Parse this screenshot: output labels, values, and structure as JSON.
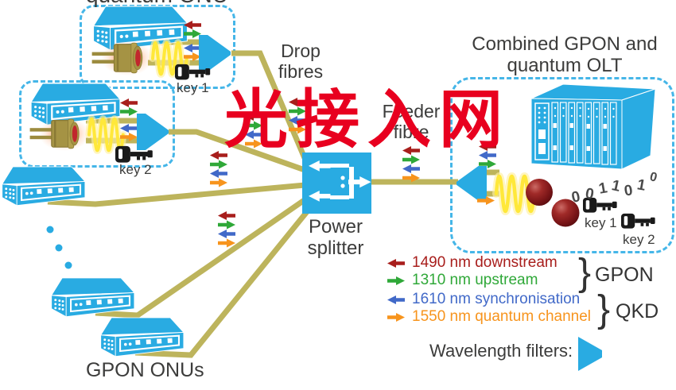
{
  "watermark": {
    "text": "光接入网"
  },
  "top_cropped_label": {
    "text": "quantum ONU"
  },
  "olt": {
    "title_line1": "Combined GPON and",
    "title_line2": "quantum OLT",
    "binary_digits": [
      "0",
      "0",
      "1",
      "1",
      "0",
      "1",
      "0"
    ],
    "key1_label": "key 1",
    "key2_label": "key 2"
  },
  "onus": {
    "group_label": "GPON ONUs",
    "key1_label": "key 1",
    "key2_label": "key 2"
  },
  "fibres": {
    "drop_line1": "Drop",
    "drop_line2": "fibres",
    "feeder_line1": "Feeder",
    "feeder_line2": "fibre"
  },
  "splitter": {
    "label_line1": "Power",
    "label_line2": "splitter"
  },
  "legend": {
    "items": [
      {
        "label": "1490 nm downstream",
        "color": "#a81e1c",
        "direction": "left"
      },
      {
        "label": "1310 nm upstream",
        "color": "#2fa838",
        "direction": "right"
      },
      {
        "label": "1610 nm synchronisation",
        "color": "#4169c8",
        "direction": "left"
      },
      {
        "label": "1550 nm quantum channel",
        "color": "#f7941d",
        "direction": "right"
      }
    ],
    "groups": [
      {
        "brace": "}",
        "label": "GPON"
      },
      {
        "brace": "}",
        "label": "QKD"
      }
    ],
    "filters_label": "Wavelength filters:"
  },
  "colors": {
    "device_blue": "#29abe2",
    "dashed_border_blue": "#45b6e8",
    "fibre_olive": "#bdb45c",
    "downstream_red": "#a81e1c",
    "upstream_green": "#2fa838",
    "sync_blue": "#4169c8",
    "quantum_orange": "#f7941d",
    "watermark_red": "#e8001f",
    "text_gray": "#3c3c3b",
    "laser_olive": "#a59344",
    "wave_yellow": "#ffe83a",
    "detector_maroon": "#8e1a1e",
    "key_black": "#1a1a1a"
  }
}
